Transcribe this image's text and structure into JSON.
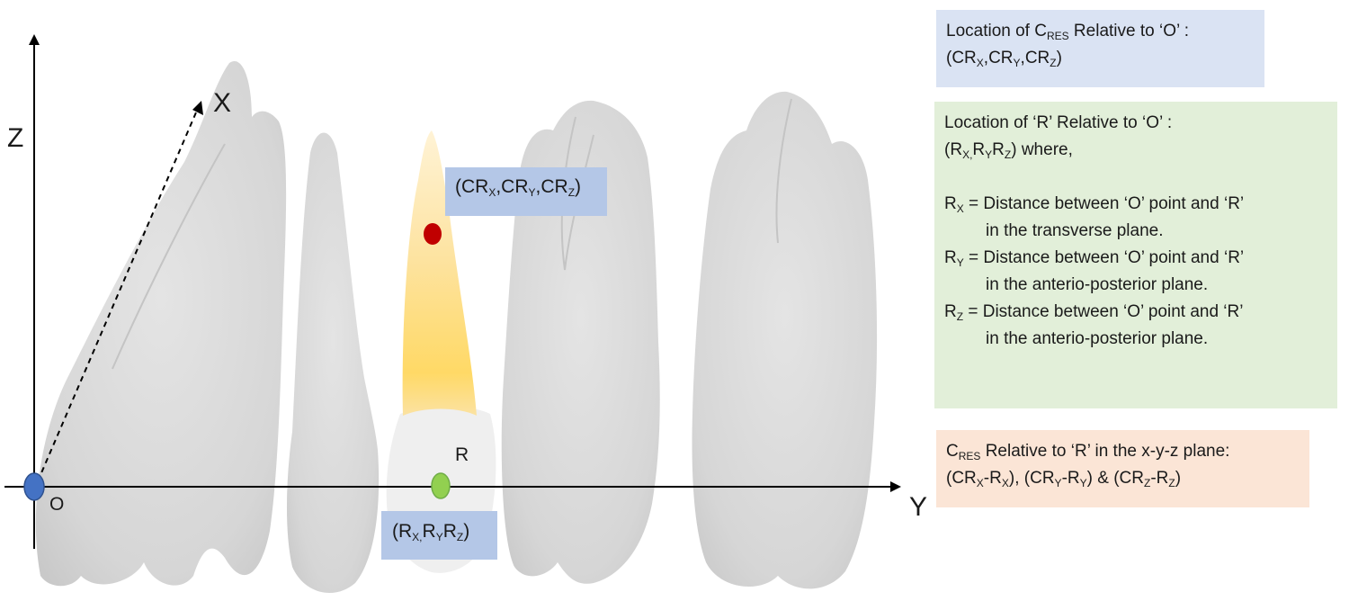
{
  "axes": {
    "x_label": "X",
    "y_label": "Y",
    "z_label": "Z"
  },
  "points": {
    "origin_label": "O",
    "reference_label": "R",
    "origin_color": "#4472c4",
    "cres_color": "#c00000",
    "reference_color": "#92d050"
  },
  "tags": {
    "cres": {
      "open": "(CR",
      "sx": "X",
      "c1": ",CR",
      "sy": "Y",
      "c2": ",CR",
      "sz": "Z",
      "close": ")"
    },
    "r": {
      "open": "(R",
      "sx": "X,",
      "c1": "R",
      "sy": "Y",
      "c2": "R",
      "sz": "Z",
      "close": ")"
    }
  },
  "panels": {
    "cres_location": {
      "l1_pre": "Location of C",
      "l1_sub": "RES",
      "l1_post": " Relative to ‘O’ :",
      "l2": {
        "open": "(CR",
        "sx": "X",
        "c1": ",CR",
        "sy": "Y",
        "c2": ",CR",
        "sz": "Z",
        "close": ")"
      }
    },
    "r_location": {
      "title": "Location of ‘R’ Relative to ‘O’ :",
      "l2": {
        "open": "(R",
        "sx": "X,",
        "c1": "R",
        "sy": "Y",
        "c2": "R",
        "sz": "Z",
        "close": ") where,"
      },
      "defs": [
        {
          "sym": "R",
          "sub": "X",
          "eq": " = Distance between ‘O’ point and ‘R’",
          "cont": "in the transverse plane."
        },
        {
          "sym": "R",
          "sub": "Y",
          "eq": " = Distance between ‘O’ point and ‘R’",
          "cont": "in the anterio-posterior plane."
        },
        {
          "sym": "R",
          "sub": "Z",
          "eq": " =  Distance between ‘O’ point and ‘R’",
          "cont": "in the anterio-posterior plane."
        }
      ]
    },
    "relative": {
      "l1_pre": "C",
      "l1_sub": "RES",
      "l1_post": " Relative to ‘R’ in the x-y-z plane:",
      "a_open": "(CR",
      "a_s1": "X",
      "a_mid": "-R",
      "a_s2": "X",
      "a_close": "), ",
      "b_open": "(CR",
      "b_s1": "Y",
      "b_mid": "-R",
      "b_s2": "Y",
      "b_close": ") & ",
      "c_open": "(CR",
      "c_s1": "Z",
      "c_mid": "-R",
      "c_s2": "Z",
      "c_close": ")"
    }
  }
}
